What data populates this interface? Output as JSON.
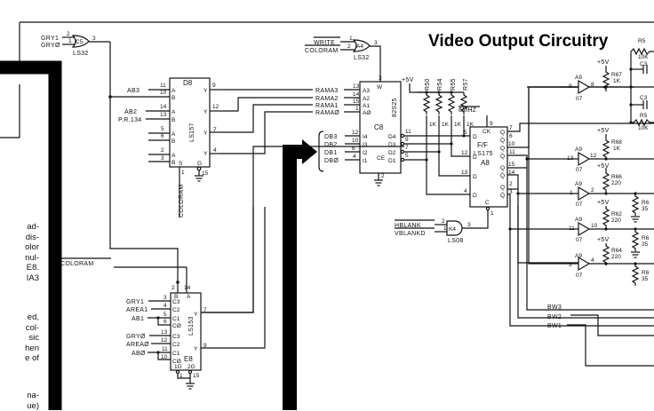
{
  "title": "Video Output Circuitry",
  "article_text_fragments": [
    [
      "ad-",
      "dis-",
      "olor",
      "nul-",
      "E8.",
      "IA3"
    ],
    [
      "ed,",
      "col-",
      "sic",
      "hen",
      "e of"
    ],
    [
      "na-",
      "ue)"
    ]
  ],
  "components": {
    "c5": {
      "ref": "C5",
      "type": "LS32",
      "inputs": [
        "GRY1",
        "GRYØ"
      ],
      "pins": [
        "2",
        "1",
        "3"
      ]
    },
    "a4": {
      "ref": "A4",
      "type": "LS32",
      "inputs": [
        "WRITE",
        "COLORAM"
      ],
      "pins": [
        "1",
        "2",
        "3"
      ]
    },
    "d8": {
      "ref": "D8",
      "type": "LS157",
      "inputs": [
        {
          "label": "AB3",
          "pin": "11",
          "port": "A"
        },
        {
          "label": "",
          "pin": "10",
          "port": "B"
        },
        {
          "label": "AB2",
          "pin": "14",
          "port": "A"
        },
        {
          "label": "P.R.134",
          "pin": "13",
          "port": "B"
        },
        {
          "label": "",
          "pin": "5",
          "port": "A"
        },
        {
          "label": "",
          "pin": "6",
          "port": "B"
        },
        {
          "label": "",
          "pin": "2",
          "port": "A"
        },
        {
          "label": "",
          "pin": "3",
          "port": "B"
        }
      ],
      "outputs": [
        {
          "pin": "9",
          "port": "Y"
        },
        {
          "pin": "12",
          "port": "Y"
        },
        {
          "pin": "7",
          "port": "Y"
        },
        {
          "pin": "4",
          "port": "Y"
        }
      ],
      "select": {
        "pin": "1",
        "port": "S",
        "label": "COLORAM"
      },
      "gate": {
        "pin": "15",
        "port": "G"
      }
    },
    "c8": {
      "ref": "C8",
      "type": "82S25",
      "address": [
        {
          "label": "RAMA3",
          "pin": "13",
          "port": "A3"
        },
        {
          "label": "RAMA2",
          "pin": "14",
          "port": "A2"
        },
        {
          "label": "RAMA1",
          "pin": "15",
          "port": "A1"
        },
        {
          "label": "RAMAØ",
          "pin": "1",
          "port": "AØ"
        }
      ],
      "data_in": [
        {
          "label": "DB3",
          "pin": "12",
          "port": "I4"
        },
        {
          "label": "DB2",
          "pin": "10",
          "port": "I3"
        },
        {
          "label": "DB1",
          "pin": "6",
          "port": "I2"
        },
        {
          "label": "DBØ",
          "pin": "4",
          "port": "I1"
        }
      ],
      "data_out": [
        {
          "pin": "11",
          "port": "D4"
        },
        {
          "pin": "9",
          "port": "D3"
        },
        {
          "pin": "7",
          "port": "D2"
        },
        {
          "pin": "5",
          "port": "D1"
        }
      ],
      "write": {
        "pin": "3",
        "port": "W"
      },
      "enable": {
        "pin": "2",
        "port": "CE"
      }
    },
    "pullups": {
      "supply": "+5V",
      "resistors": [
        {
          "ref": "R50",
          "value": "1K"
        },
        {
          "ref": "R54",
          "value": "1K"
        },
        {
          "ref": "R55",
          "value": "1K"
        },
        {
          "ref": "R57",
          "value": "1K"
        }
      ]
    },
    "a8": {
      "ref": "A8",
      "type": "LS175",
      "label": "F/F",
      "clock": {
        "pin": "9",
        "port": "CK",
        "label": "6MHZ"
      },
      "inputs": [
        {
          "pin": "5",
          "port": "D"
        },
        {
          "pin": "12",
          "port": "D"
        },
        {
          "pin": "13",
          "port": "D"
        },
        {
          "pin": "4",
          "port": "D"
        }
      ],
      "outputs": [
        {
          "pin": "7",
          "port": "Q"
        },
        {
          "pin": "6",
          "port": "Q̄"
        },
        {
          "pin": "10",
          "port": "Q"
        },
        {
          "pin": "11",
          "port": "Q̄"
        },
        {
          "pin": "15",
          "port": "Q"
        },
        {
          "pin": "14",
          "port": "Q̄"
        },
        {
          "pin": "2",
          "port": "Q"
        },
        {
          "pin": "3",
          "port": "Q̄"
        }
      ],
      "clear": {
        "pin": "1",
        "port": "C"
      }
    },
    "k4": {
      "ref": "K4",
      "type": "LS08",
      "inputs": [
        "HBLANK",
        "VBLANKD"
      ],
      "pins": [
        "2",
        "1",
        "3"
      ]
    },
    "e8": {
      "ref": "E8",
      "type": "LS153",
      "inputs": [
        {
          "label": "GRY1",
          "pin": "3",
          "port": "C3"
        },
        {
          "label": "AREA1",
          "pin": "4",
          "port": "C2"
        },
        {
          "label": "AB1",
          "pin": "5",
          "port": "C1"
        },
        {
          "label": "",
          "pin": "6",
          "port": "CØ"
        },
        {
          "label": "GRYØ",
          "pin": "13",
          "port": "C3"
        },
        {
          "label": "AREAØ",
          "pin": "12",
          "port": "C2"
        },
        {
          "label": "ABØ",
          "pin": "11",
          "port": "C1"
        },
        {
          "label": "",
          "pin": "10",
          "port": "CØ"
        }
      ],
      "select": [
        {
          "pin": "2",
          "port": "B"
        },
        {
          "pin": "14",
          "port": "A"
        }
      ],
      "outputs": [
        {
          "pin": "7",
          "port": "Y"
        },
        {
          "pin": "9",
          "port": "Y"
        }
      ],
      "strobe": [
        {
          "pin": "1",
          "port": "1G"
        },
        {
          "pin": "15",
          "port": "2G"
        }
      ]
    },
    "a9_buffers": [
      {
        "ref": "A9",
        "type": "07",
        "in_pin": "9",
        "out_pin": "8",
        "pullup": {
          "ref": "R67",
          "value": "1K"
        }
      },
      {
        "ref": "A9",
        "type": "07",
        "in_pin": "13",
        "out_pin": "12",
        "pullup": {
          "ref": "R68",
          "value": "1K"
        }
      },
      {
        "ref": "A9",
        "type": "07",
        "in_pin": "1",
        "out_pin": "2",
        "pullup": {
          "ref": "R66",
          "value": "220"
        }
      },
      {
        "ref": "A9",
        "type": "07",
        "in_pin": "11",
        "out_pin": "10",
        "pullup": {
          "ref": "R62",
          "value": "220"
        }
      },
      {
        "ref": "A9",
        "type": "07",
        "in_pin": "3",
        "out_pin": "4",
        "pullup": {
          "ref": "R64",
          "value": "220"
        }
      }
    ],
    "right_edge_parts": [
      "R5",
      "10K",
      "C3",
      "C3",
      "R5",
      "10K",
      "R6",
      "35",
      "R6",
      "35",
      "R6",
      "35"
    ]
  },
  "signals": {
    "coloram": "COLORAM",
    "rama": [
      "RAMA3",
      "RAMA2",
      "RAMA1",
      "RAMAØ"
    ],
    "bw": [
      "BW3",
      "BW2",
      "BW1"
    ],
    "supply": "+5V"
  }
}
